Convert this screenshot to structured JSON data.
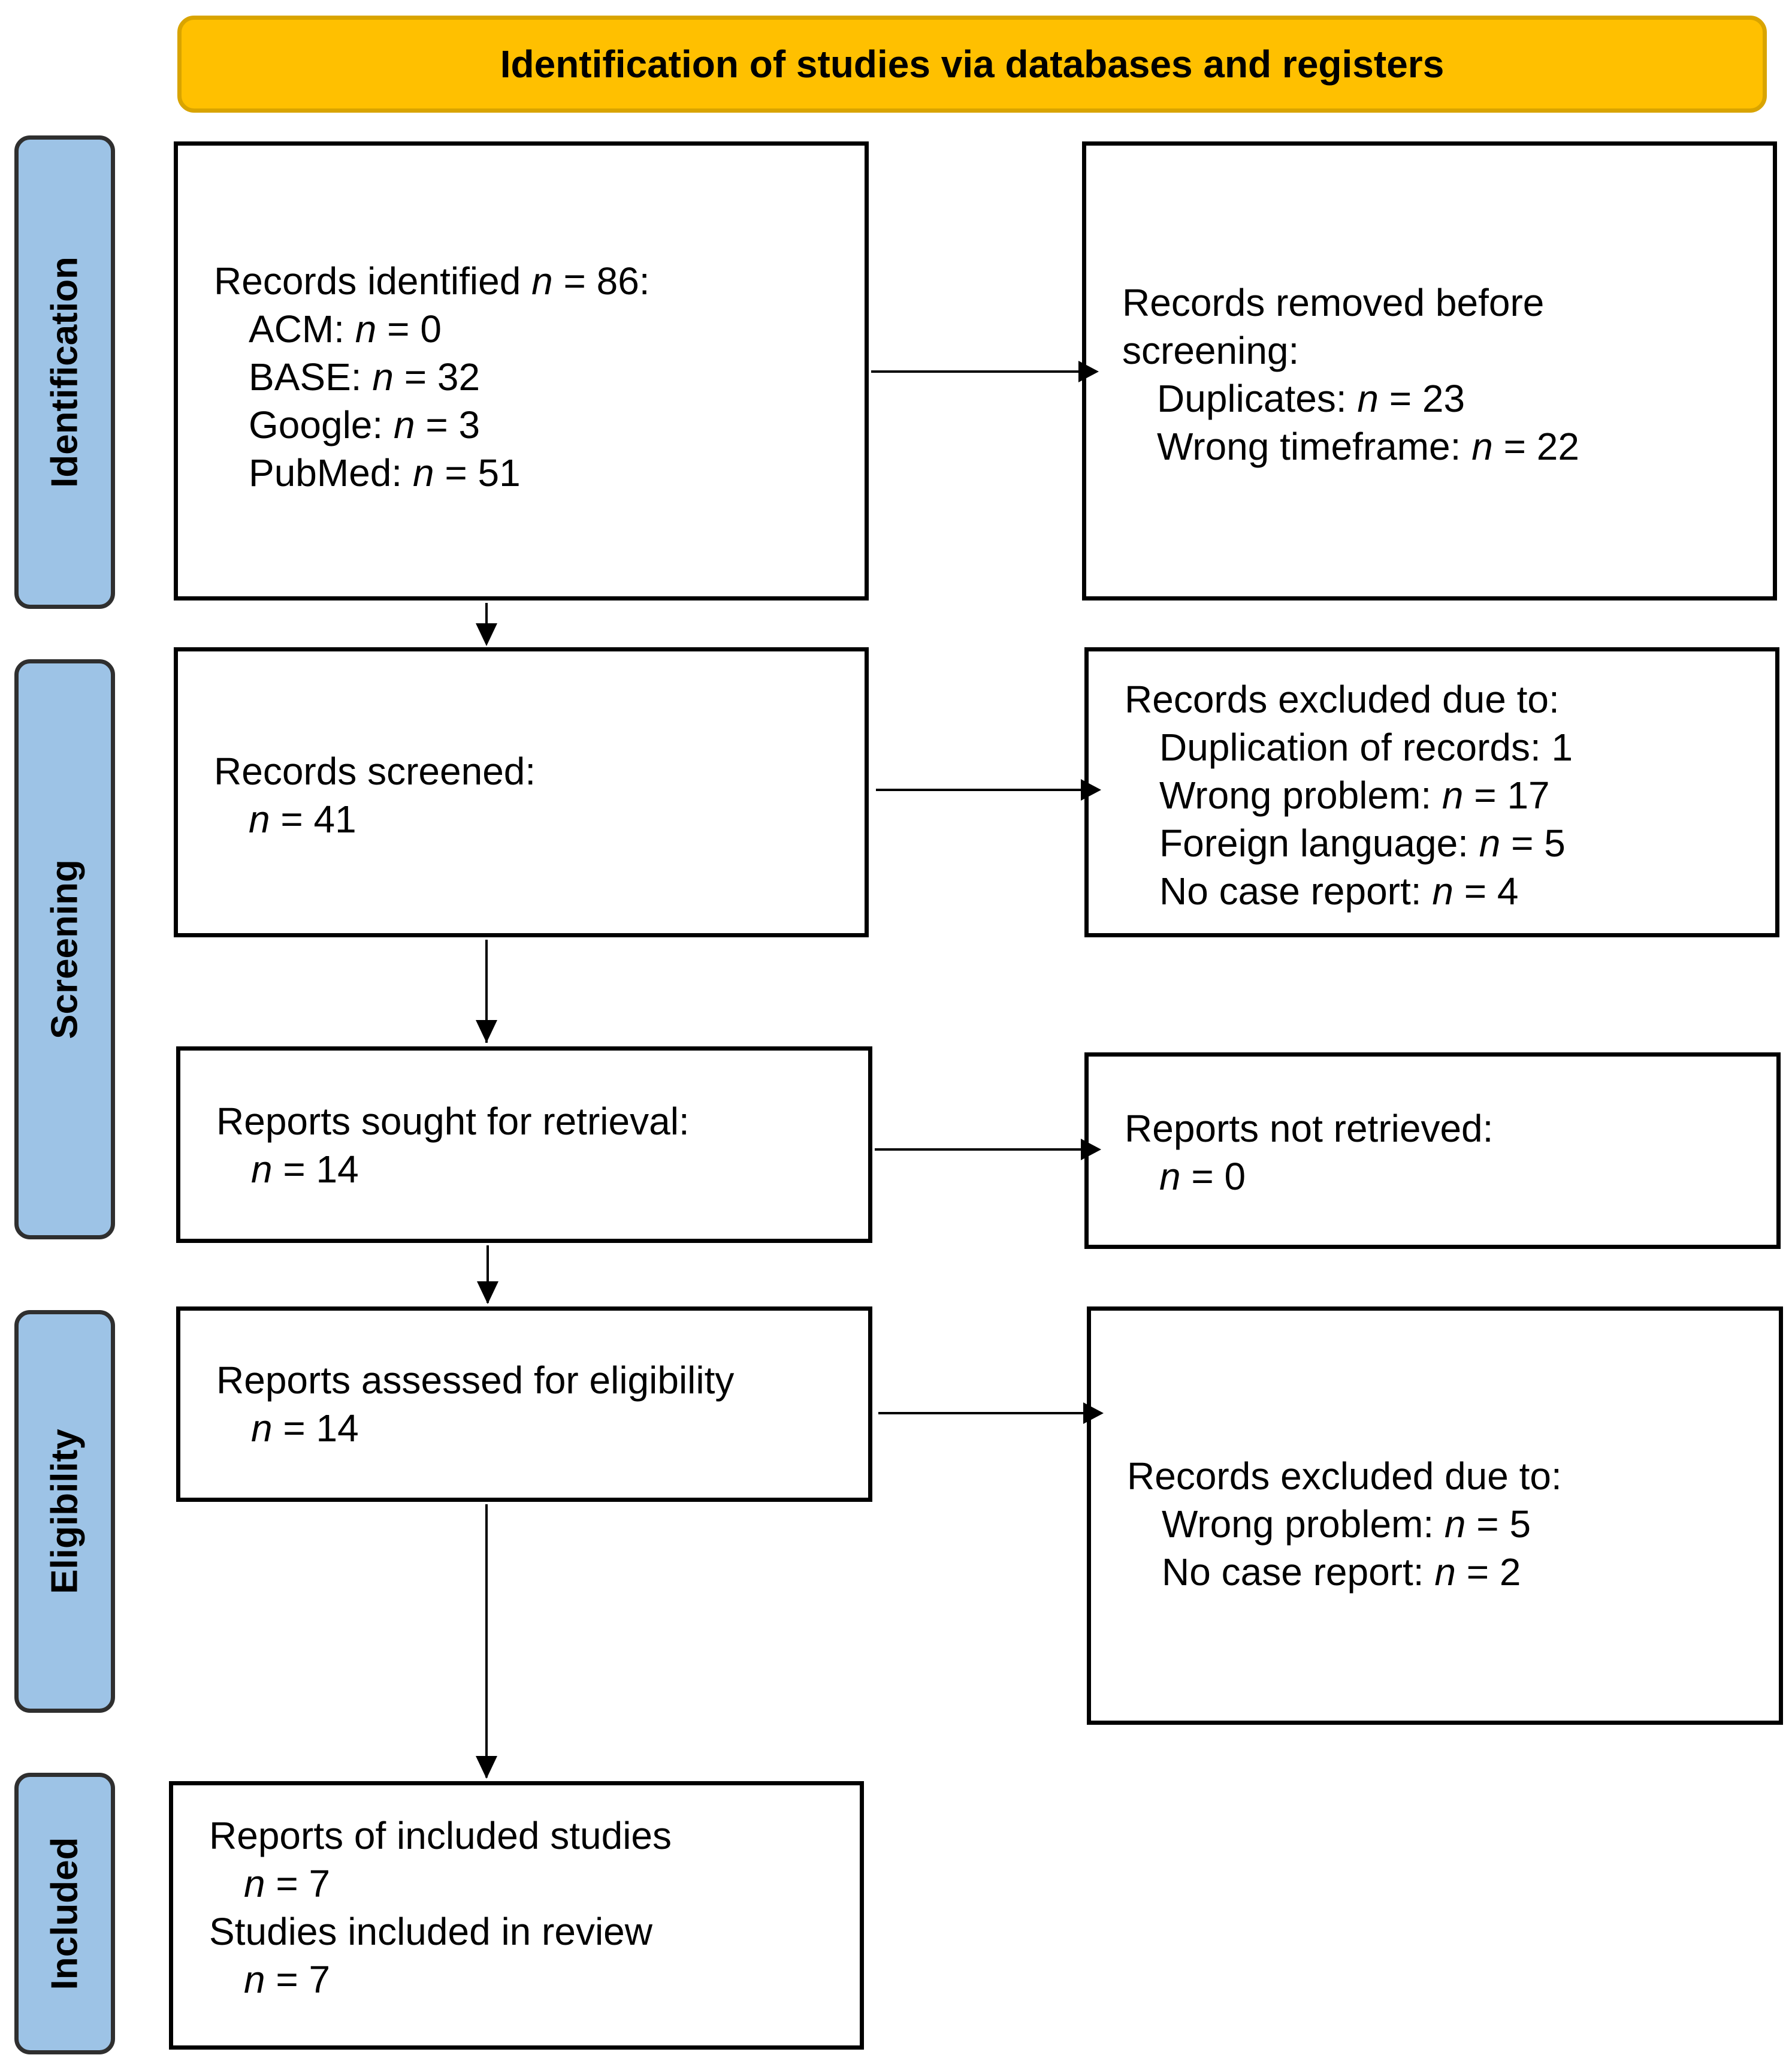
{
  "header": {
    "title": "Identification of studies via databases and registers"
  },
  "stages": {
    "identification": "Identification",
    "screening": "Screening",
    "eligibility": "Eligibility",
    "included": "Included"
  },
  "boxes": {
    "records_identified": {
      "title": "Records identified ",
      "n": "n",
      "title_value": " = 86:",
      "items": [
        {
          "label": "ACM: ",
          "n": "n",
          "value": " = 0"
        },
        {
          "label": "BASE: ",
          "n": "n",
          "value": " = 32"
        },
        {
          "label": "Google: ",
          "n": "n",
          "value": " = 3"
        },
        {
          "label": "PubMed: ",
          "n": "n",
          "value": " = 51"
        }
      ]
    },
    "records_removed": {
      "title_line1": "Records removed before",
      "title_line2": "screening:",
      "items": [
        {
          "label": "Duplicates: ",
          "n": "n",
          "value": " = 23"
        },
        {
          "label": "Wrong timeframe: ",
          "n": "n",
          "value": " = 22"
        }
      ]
    },
    "records_screened": {
      "title": "Records screened:",
      "n": "n",
      "value": " = 41"
    },
    "records_excluded_screening": {
      "title": "Records excluded due to:",
      "items": [
        {
          "label": "Duplication of records: 1",
          "n": "",
          "value": ""
        },
        {
          "label": "Wrong problem: ",
          "n": "n",
          "value": " = 17"
        },
        {
          "label": "Foreign language: ",
          "n": "n",
          "value": " = 5"
        },
        {
          "label": "No case report: ",
          "n": "n",
          "value": " = 4"
        }
      ]
    },
    "reports_sought": {
      "title": "Reports sought for retrieval:",
      "n": "n",
      "value": " = 14"
    },
    "reports_not_retrieved": {
      "title": "Reports not retrieved:",
      "n": "n",
      "value": " = 0"
    },
    "reports_assessed": {
      "title": "Reports assessed for eligibility",
      "n": "n",
      "value": " = 14"
    },
    "records_excluded_eligibility": {
      "title": "Records excluded due to:",
      "items": [
        {
          "label": "Wrong problem: ",
          "n": "n",
          "value": " = 5"
        },
        {
          "label": "No case report: ",
          "n": "n",
          "value": " = 2"
        }
      ]
    },
    "included": {
      "line1": "Reports of included studies",
      "n1": "n",
      "value1": " = 7",
      "line2": "Studies included in review",
      "n2": "n",
      "value2": " = 7"
    }
  }
}
